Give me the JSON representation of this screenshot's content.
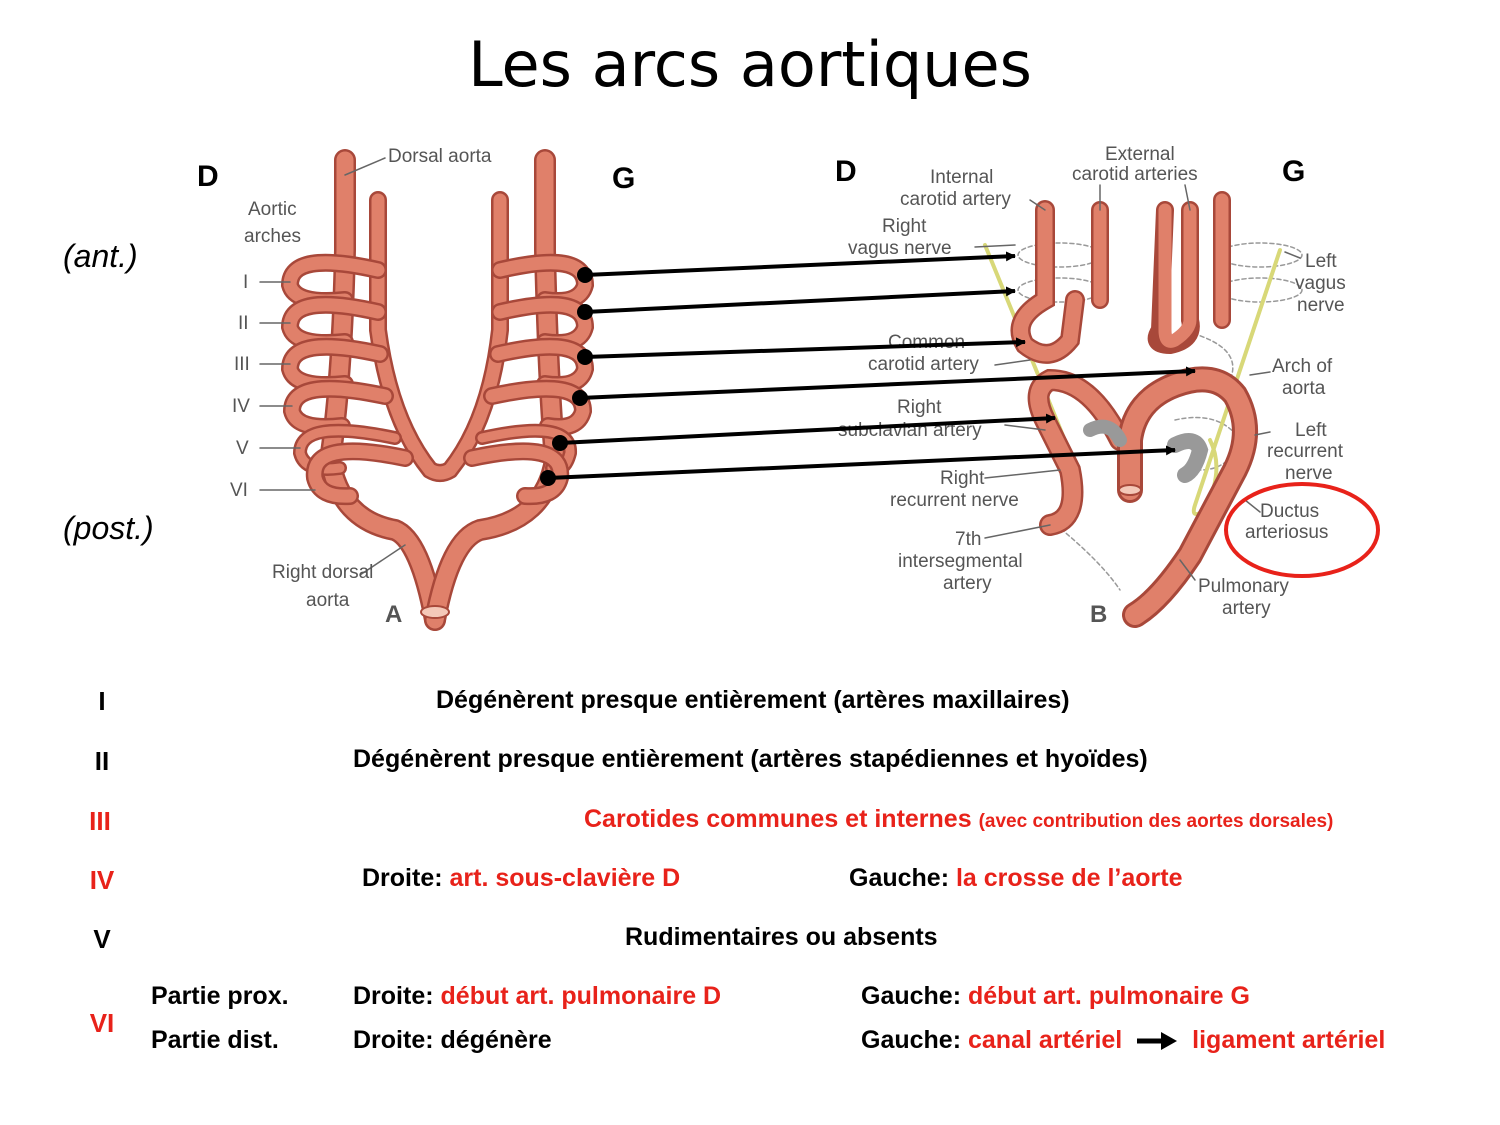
{
  "title": "Les arcs aortiques",
  "sides": {
    "left_d": "D",
    "left_g": "G",
    "right_d": "D",
    "right_g": "G"
  },
  "positions": {
    "anterior": "(ant.)",
    "posterior": "(post.)"
  },
  "figure_a": {
    "dorsal_aorta": "Dorsal aorta",
    "aortic_arches_1": "Aortic",
    "aortic_arches_2": "arches",
    "roman": [
      "I",
      "II",
      "III",
      "IV",
      "V",
      "VI"
    ],
    "right_dorsal_1": "Right dorsal",
    "right_dorsal_2": "aorta",
    "letter": "A"
  },
  "figure_b": {
    "external_1": "External",
    "external_2": "carotid arteries",
    "internal_1": "Internal",
    "internal_2": "carotid artery",
    "right_vagus_1": "Right",
    "right_vagus_2": "vagus nerve",
    "left_vagus_1": "Left",
    "left_vagus_2": "vagus",
    "left_vagus_3": "nerve",
    "common_1": "Common",
    "common_2": "carotid artery",
    "arch_1": "Arch of",
    "arch_2": "aorta",
    "right_sub_1": "Right",
    "right_sub_2": "subclavian artery",
    "left_rec_1": "Left",
    "left_rec_2": "recurrent",
    "left_rec_3": "nerve",
    "right_rec_1": "Right",
    "right_rec_2": "recurrent nerve",
    "ductus_1": "Ductus",
    "ductus_2": "arteriosus",
    "inter_1": "7th",
    "inter_2": "intersegmental",
    "inter_3": "artery",
    "pulm_1": "Pulmonary",
    "pulm_2": "artery",
    "letter": "B"
  },
  "rows": {
    "r1": {
      "num": "I",
      "text": "Dégénèrent presque entièrement (artères maxillaires)"
    },
    "r2": {
      "num": "II",
      "text": "Dégénèrent presque entièrement (artères stapédiennes et hyoïdes)"
    },
    "r3": {
      "num": "III",
      "text": "Carotides communes et internes",
      "note": "(avec contribution des aortes dorsales)"
    },
    "r4": {
      "num": "IV",
      "right_label": "Droite:",
      "right_value": "art. sous-clavière D",
      "left_label": "Gauche:",
      "left_value": "la crosse de l’aorte"
    },
    "r5": {
      "num": "V",
      "text": "Rudimentaires ou absents"
    },
    "r6": {
      "num": "VI",
      "prox": "Partie prox.",
      "dist": "Partie dist.",
      "prox_right_label": "Droite:",
      "prox_right_value": "début art. pulmonaire D",
      "prox_left_label": "Gauche:",
      "prox_left_value": "début art. pulmonaire G",
      "dist_right_label": "Droite:",
      "dist_right_value": "dégénère",
      "dist_left_label": "Gauche:",
      "dist_left_value": "canal artériel",
      "dist_left_final": "ligament artériel"
    }
  },
  "colors": {
    "artery": "#e0806a",
    "artery_dark": "#a8483a",
    "highlight": "#e8221a",
    "nerve": "#d8d878"
  }
}
